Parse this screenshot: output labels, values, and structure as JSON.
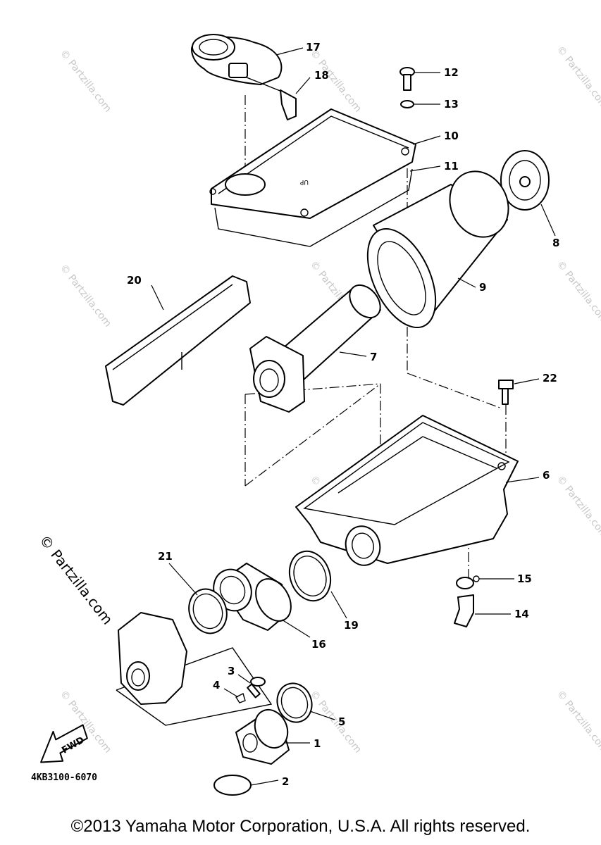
{
  "diagram_code": "4KB3100-6070",
  "copyright": "©2013 Yamaha Motor Corporation, U.S.A. All rights reserved.",
  "watermark": "© Partzilla.com",
  "fwd_label": "FWD",
  "part_labels": {
    "p1": "1",
    "p2": "2",
    "p3": "3",
    "p4": "4",
    "p5": "5",
    "p6": "6",
    "p7": "7",
    "p8": "8",
    "p9": "9",
    "p10": "10",
    "p11": "11",
    "p12": "12",
    "p13": "13",
    "p14": "14",
    "p15": "15",
    "p16": "16",
    "p17": "17",
    "p18": "18",
    "p19": "19",
    "p20": "20",
    "p21": "21",
    "p22": "22"
  }
}
